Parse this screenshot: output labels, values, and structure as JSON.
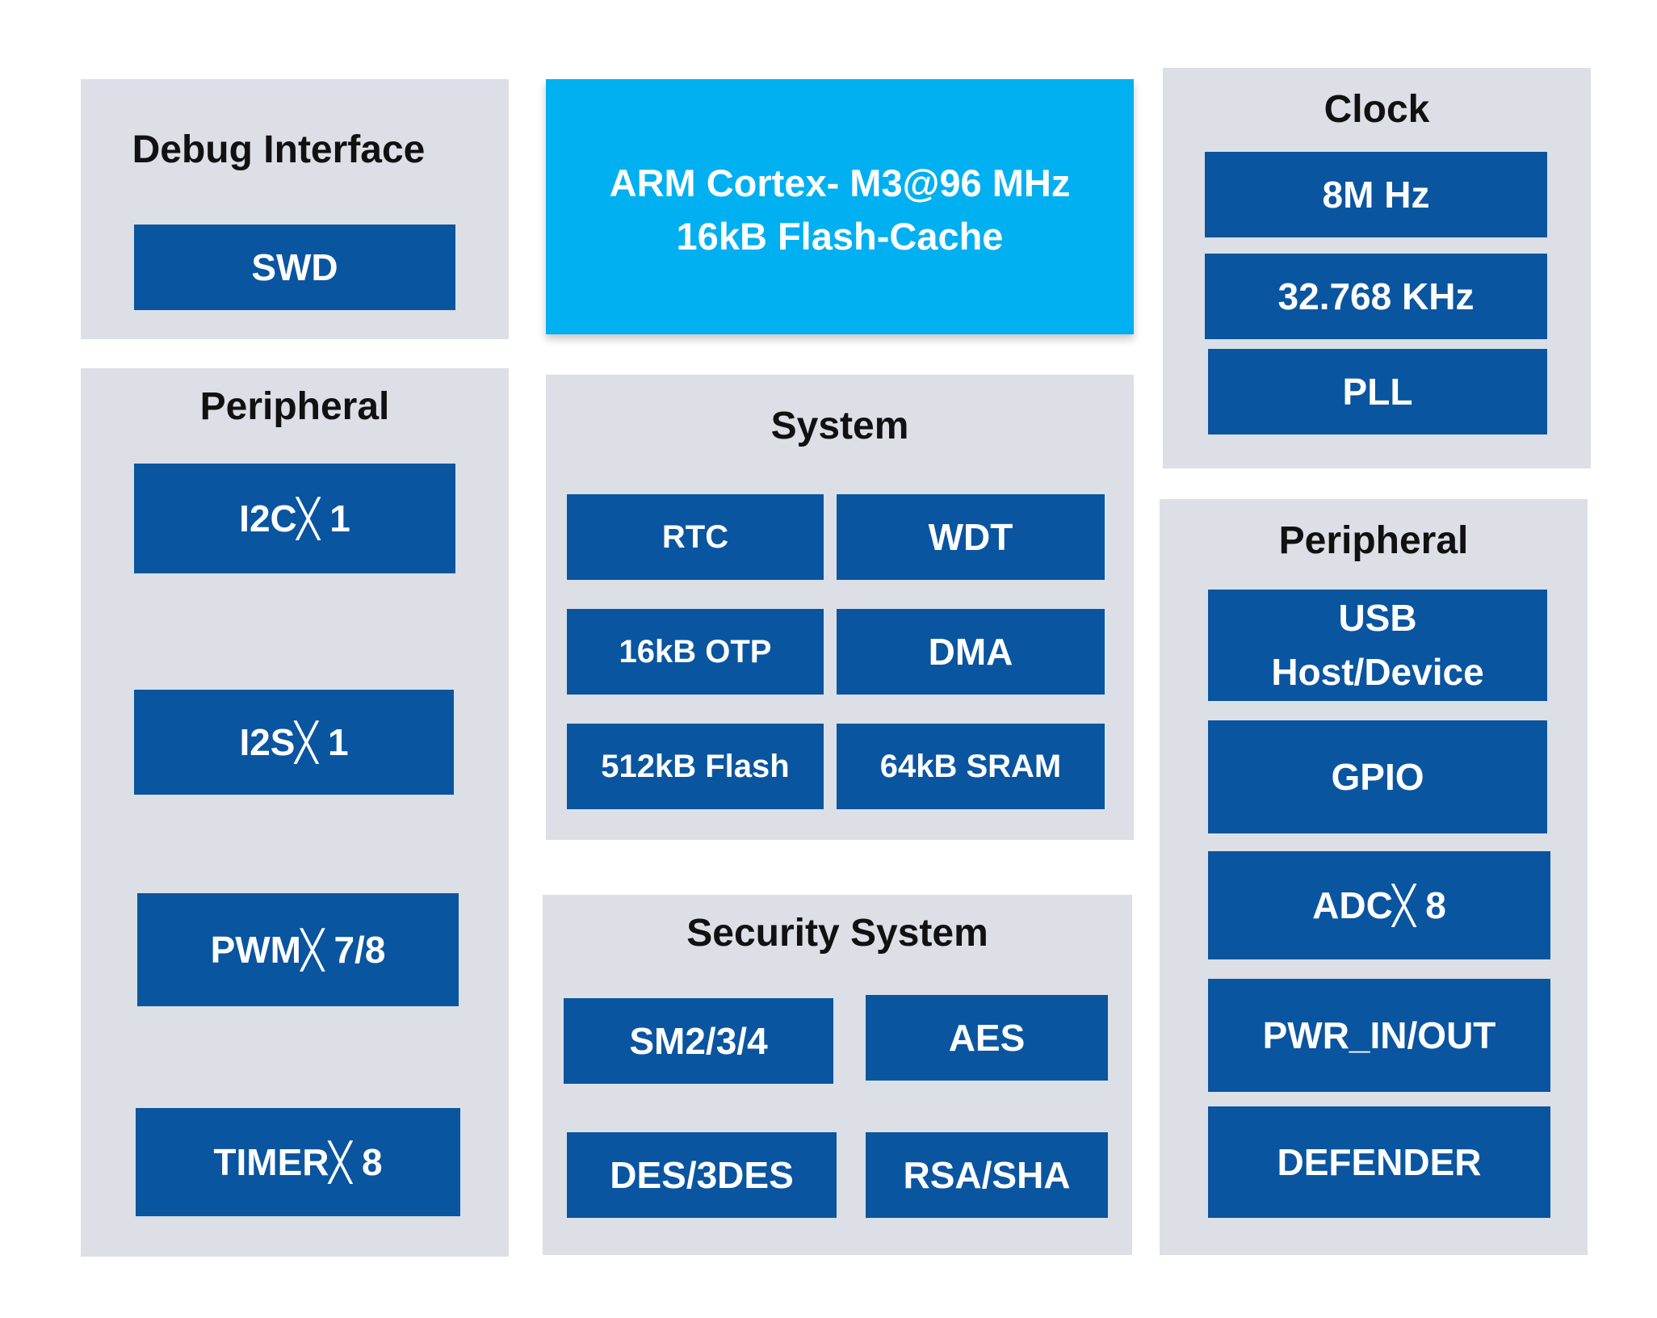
{
  "colors": {
    "panel": "#dcdfe6",
    "block": "#0a55a0",
    "core": "#00b0f0",
    "title": "#111111"
  },
  "debug": {
    "title": "Debug Interface",
    "swd": "SWD"
  },
  "core": {
    "line1": "ARM Cortex- M3@96 MHz",
    "line2": "16kB Flash-Cache"
  },
  "clock": {
    "title": "Clock",
    "items": [
      "8M Hz",
      "32.768 KHz",
      "PLL"
    ]
  },
  "left_peripheral": {
    "title": "Peripheral",
    "items": [
      "I2C╳ 1",
      "I2S╳ 1",
      "PWM╳ 7/8",
      "TIMER╳ 8"
    ]
  },
  "system": {
    "title": "System",
    "items": [
      "RTC",
      "WDT",
      "16kB OTP",
      "DMA",
      "512kB Flash",
      "64kB SRAM"
    ]
  },
  "security": {
    "title": "Security System",
    "items": [
      "SM2/3/4",
      "AES",
      "DES/3DES",
      "RSA/SHA"
    ]
  },
  "right_peripheral": {
    "title": "Peripheral",
    "usb_line1": "USB",
    "usb_line2": "Host/Device",
    "items": [
      "GPIO",
      "ADC╳ 8",
      "PWR_IN/OUT",
      "DEFENDER"
    ]
  }
}
